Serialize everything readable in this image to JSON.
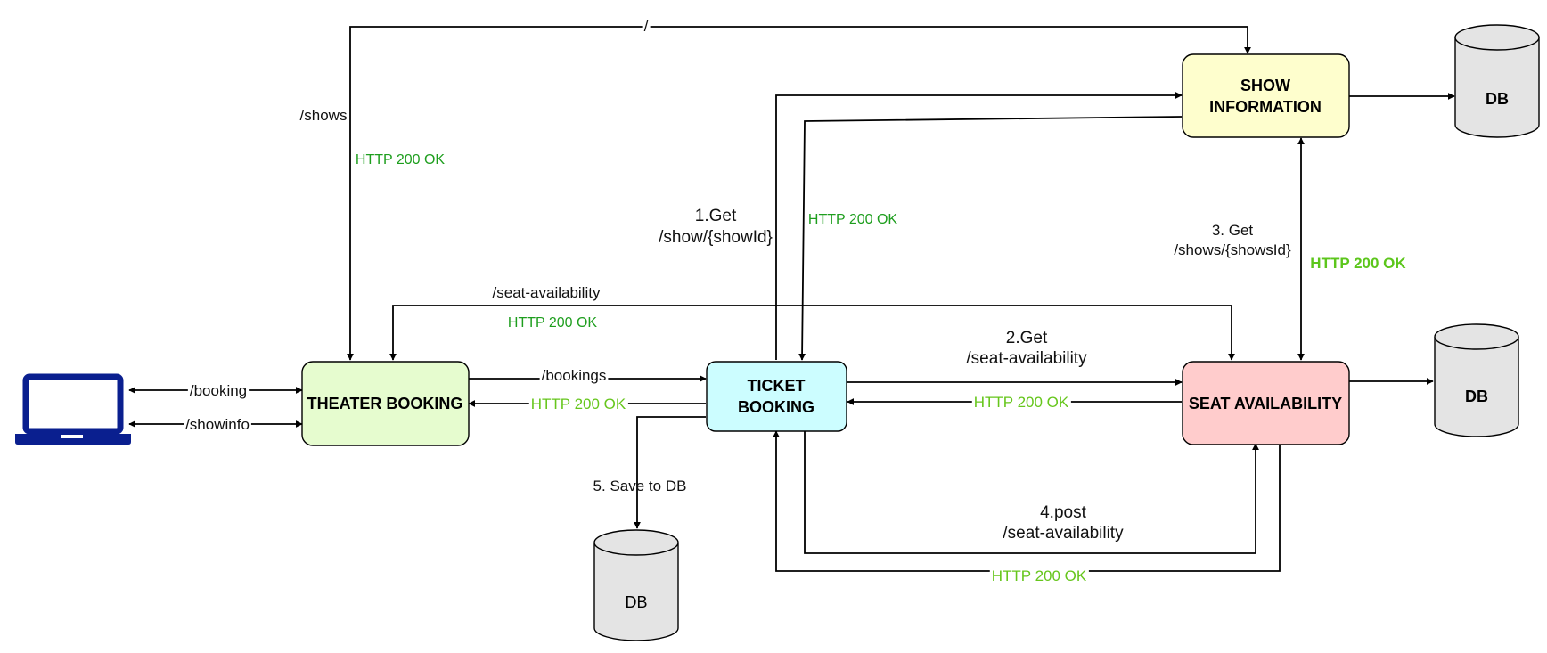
{
  "nodes": {
    "theater_booking": "THEATER BOOKING",
    "ticket_booking": [
      "TICKET",
      "BOOKING"
    ],
    "show_information": [
      "SHOW",
      "INFORMATION"
    ],
    "seat_availability": "SEAT AVAILABILITY"
  },
  "databases": {
    "show_db": "DB",
    "seat_db": "DB",
    "ticket_db": "DB"
  },
  "client_icon": "laptop-icon",
  "edge_labels": {
    "booking": "/booking",
    "showinfo": "/showinfo",
    "root": "/",
    "shows": "/shows",
    "seat_availability_top": "/seat-availability",
    "bookings": "/bookings",
    "get_show": [
      "1.Get",
      "/show/{showId}"
    ],
    "get_seat_availability": [
      "2.Get",
      "/seat-availability"
    ],
    "get_shows": [
      "3. Get",
      "/shows/{showsId}"
    ],
    "post_seat_availability": [
      "4.post",
      "/seat-availability"
    ],
    "save_to_db": "5. Save to DB"
  },
  "responses": {
    "shows_ok": "HTTP 200 OK",
    "show_info_ok": "HTTP 200 OK",
    "seat_availability_top_ok": "HTTP 200 OK",
    "bookings_ok": "HTTP 200 OK",
    "seat_ok": "HTTP 200 OK",
    "show_seat_ok": "HTTP 200 OK",
    "post_ok": "HTTP 200 OK"
  },
  "colors": {
    "theater_booking_fill": "#e6fccf",
    "ticket_booking_fill": "#ccfdff",
    "show_information_fill": "#fefecd",
    "seat_availability_fill": "#ffcccc",
    "db_fill": "#e4e4e4",
    "laptop": "#0a1f8f",
    "response_green": "#1e9e1e",
    "response_lime": "#66c61c"
  }
}
